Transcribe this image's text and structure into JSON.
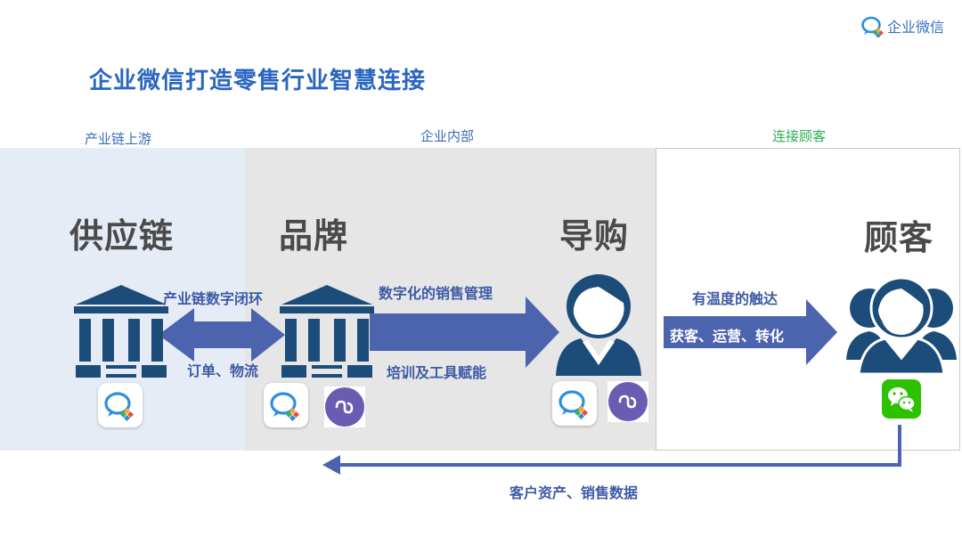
{
  "brand": {
    "name": "企业微信"
  },
  "title": "企业微信打造零售行业智慧连接",
  "sections": {
    "upstream": "产业链上游",
    "internal": "企业内部",
    "customer": "连接顾客"
  },
  "nodes": {
    "supply_chain": "供应链",
    "brand": "品牌",
    "guide": "导购",
    "customer": "顾客"
  },
  "flows": {
    "closed_loop": "产业链数字闭环",
    "orders_logistics": "订单、物流",
    "digital_sales": "数字化的销售管理",
    "training_tools": "培训及工具赋能",
    "warm_touch": "有温度的触达",
    "acquire_operate_convert": "获客、运营、转化",
    "feedback": "客户资产、销售数据"
  },
  "colors": {
    "title": "#2a66c0",
    "icon_navy": "#1b4c7a",
    "arrow": "#4c64ad",
    "section_blue": "#3b6bb5",
    "section_green": "#2eae52",
    "wechat_green": "#2dc100",
    "miniprogram_purple": "#6a5bb3"
  },
  "icons": {
    "brand_logo": "wework-logo-icon",
    "building": "institution-building-icon",
    "person": "person-icon",
    "group": "customer-group-icon",
    "wework_app": "wework-app-icon",
    "mini_program": "mini-program-icon",
    "wechat": "wechat-icon"
  }
}
